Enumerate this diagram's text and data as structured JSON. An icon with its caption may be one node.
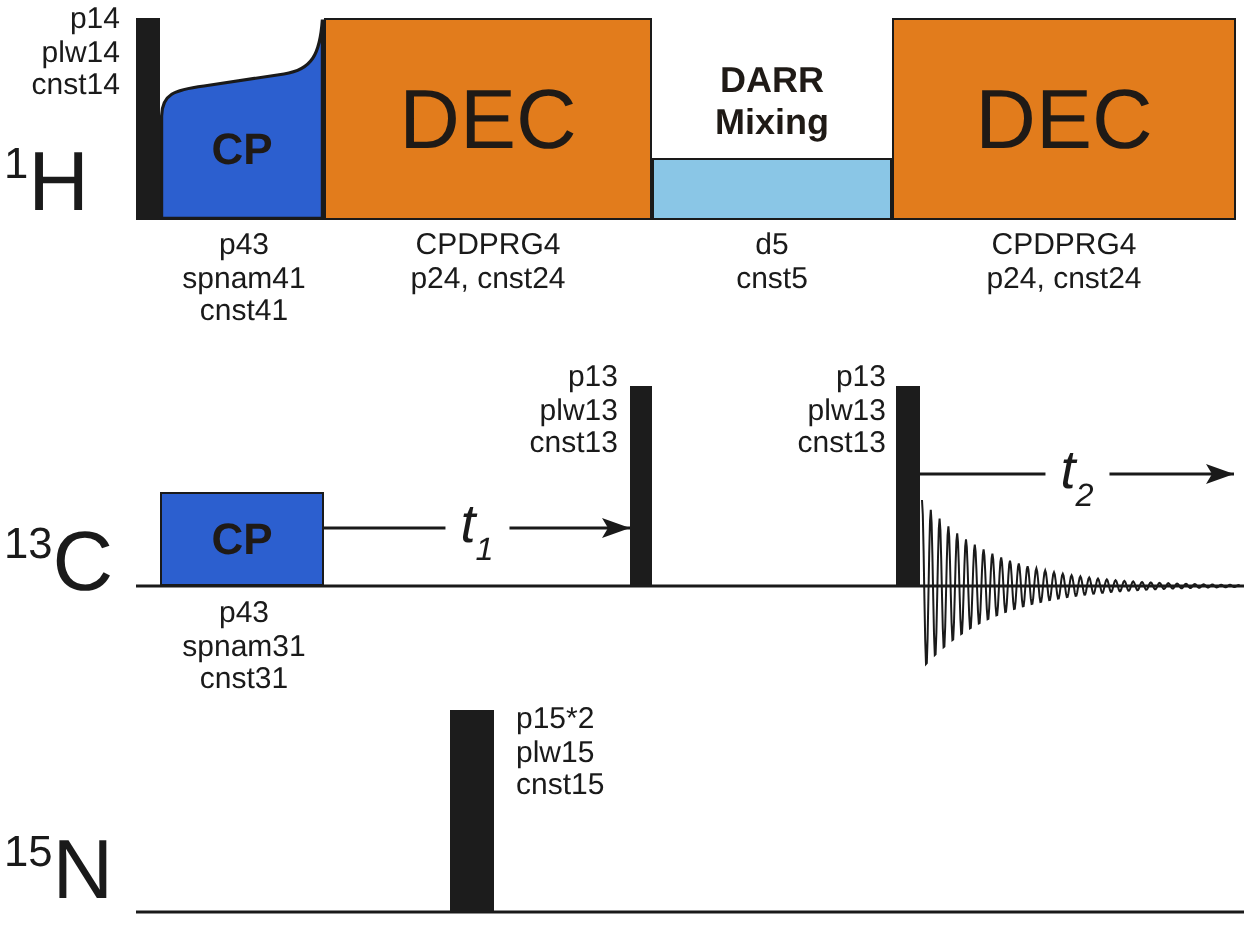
{
  "diagram": {
    "nodes": [
      {
        "text": [],
        "shape": "bar",
        "beside": [
          "p14",
          "plw14",
          "cnst14"
        ]
      },
      {
        "text": [
          "CP"
        ],
        "beside": [
          "p43",
          "spnam41",
          "cnst41"
        ]
      },
      {
        "text": [
          "DEC"
        ],
        "beside": [
          "CPDPRG4",
          "p24, cnst24"
        ]
      },
      {
        "text": [
          "DARR Mixing"
        ],
        "beside": [
          "d5",
          "cnst5"
        ]
      },
      {
        "text": [
          "DEC"
        ],
        "beside": [
          "CPDPRG4",
          "p24, cnst24"
        ]
      },
      {
        "text": [
          "CP"
        ],
        "beside": [
          "p43",
          "spnam31",
          "cnst31"
        ]
      },
      {
        "text": [],
        "shape": "bar",
        "beside": [
          "p13",
          "plw13",
          "cnst13"
        ]
      },
      {
        "text": [],
        "shape": "bar",
        "beside": [
          "p13",
          "plw13",
          "cnst13"
        ]
      },
      {
        "text": [],
        "shape": "bar",
        "beside": [
          "p15*2",
          "plw15",
          "cnst15"
        ]
      }
    ],
    "edges": [
      {
        "from": 5,
        "to": 6,
        "arrow": "to",
        "label": "t$_{1}$"
      },
      {
        "from": 7,
        "to": null,
        "arrow": "to",
        "label": "t$_{2}$"
      }
    ],
    "labels": [
      "$^{1}$H",
      "$^{13}$C",
      "$^{15}$N"
    ]
  }
}
